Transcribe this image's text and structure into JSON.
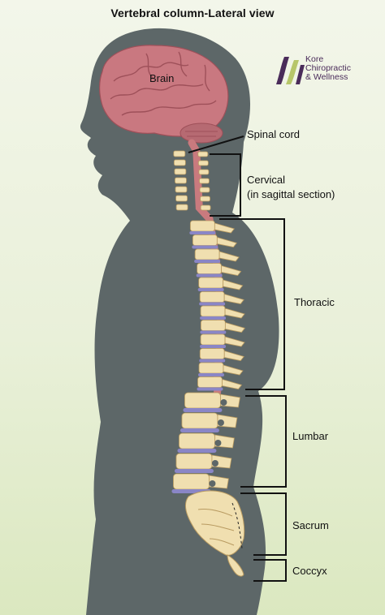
{
  "title": "Vertebral column-Lateral view",
  "logo": {
    "lines": [
      "Kore",
      "Chiropractic",
      "& Wellness"
    ],
    "colors": {
      "purple": "#4a2c5a",
      "green": "#b7c66a"
    }
  },
  "labels": {
    "brain": "Brain",
    "spinal_cord": "Spinal cord",
    "cervical": "Cervical",
    "cervical_note": "(in sagittal section)",
    "thoracic": "Thoracic",
    "lumbar": "Lumbar",
    "sacrum": "Sacrum",
    "coccyx": "Coccyx"
  },
  "colors": {
    "silhouette": "#5d6768",
    "brain": "#c97880",
    "bone": "#f0dfb0",
    "disc": "#8a86c6",
    "cord": "#c97a7e"
  }
}
